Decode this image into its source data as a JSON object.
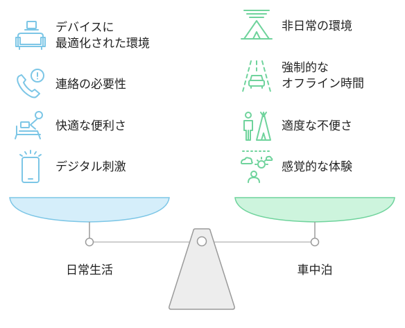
{
  "left": {
    "label": "日常生活",
    "accent": "#7cc6e6",
    "fill": "#d5eefa",
    "items": [
      {
        "text": "デバイスに\n最適化された環境",
        "icon": "sofa-laptop-icon"
      },
      {
        "text": "連絡の必要性",
        "icon": "phone-alert-icon"
      },
      {
        "text": "快適な便利さ",
        "icon": "person-reclining-laptop-icon"
      },
      {
        "text": "デジタル刺激",
        "icon": "glowing-phone-icon"
      }
    ]
  },
  "right": {
    "label": "車中泊",
    "accent": "#6fd39c",
    "fill": "#cdf4dd",
    "items": [
      {
        "text": "非日常の環境",
        "icon": "tent-landscape-icon"
      },
      {
        "text": "強制的な\nオフライン時間",
        "icon": "car-on-road-icon"
      },
      {
        "text": "適度な不便さ",
        "icon": "hiker-tent-icon"
      },
      {
        "text": "感覚的な体験",
        "icon": "sun-clouds-person-icon"
      }
    ]
  },
  "colors": {
    "base": "#ededed",
    "base_stroke": "#9a9a9a",
    "beam": "#bdbdbd"
  }
}
